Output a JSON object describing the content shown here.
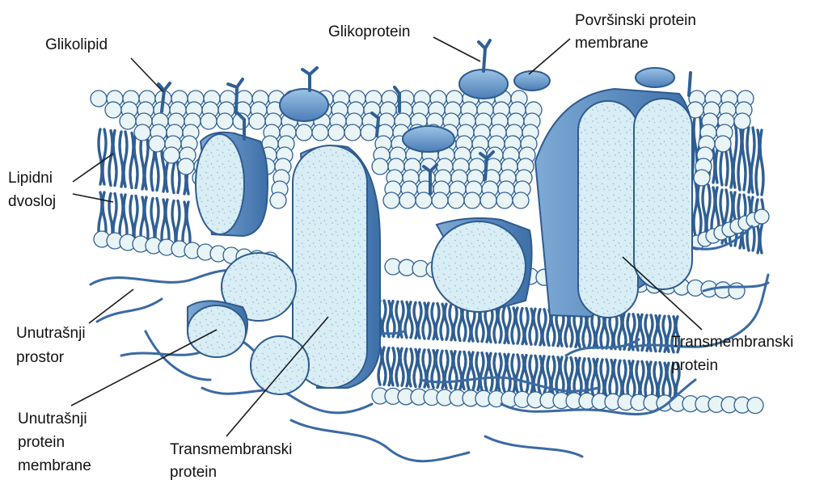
{
  "colors": {
    "background": "#ffffff",
    "lipid_head": "#e9f4f6",
    "lipid_tail": "#2f5f94",
    "protein_fill": "#d6ebf4",
    "protein_side": "#5d8fc6",
    "protein_outline": "#2e5b8e",
    "label_text": "#111111"
  },
  "labels": {
    "glikolipid": "Glikolipid",
    "glikoprotein": "Glikoprotein",
    "povrsinski_protein": [
      "Površinski protein",
      "membrane"
    ],
    "lipidni_dvosloj": [
      "Lipidni",
      "dvosloj"
    ],
    "unutrasnji_prostor": [
      "Unutrašnji",
      "prostor"
    ],
    "unutrasnji_protein": [
      "Unutrašnji",
      "protein",
      "membrane"
    ],
    "transmembranski_bottom": [
      "Transmembranski",
      "protein"
    ],
    "transmembranski_right": [
      "Transmembranski",
      "protein"
    ]
  }
}
